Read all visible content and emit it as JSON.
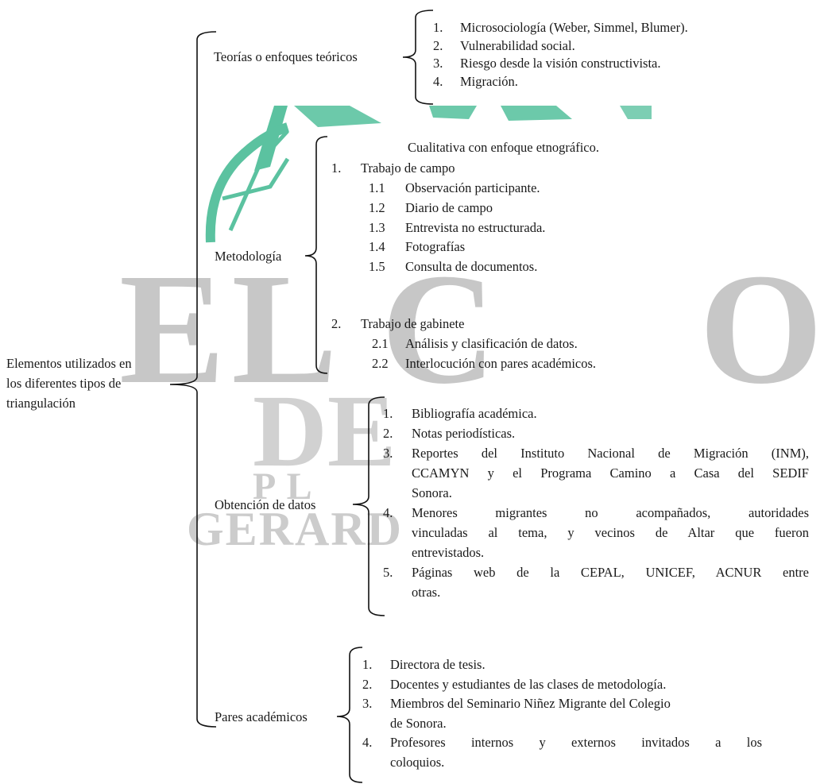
{
  "root": {
    "line1": "Elementos utilizados en",
    "line2": "los diferentes tipos de",
    "line3": "triangulación"
  },
  "watermark": {
    "left": "EL C",
    "right": "O",
    "middle": "DE",
    "partial": "P L",
    "bottom": "GERARD"
  },
  "colors": {
    "accent": "#3fb890",
    "watermark": "#9a9a9a",
    "bracket": "#111111"
  },
  "teorias": {
    "label": "Teorías o enfoques teóricos",
    "items": [
      {
        "n": "1.",
        "text": "Microsociología (Weber, Simmel, Blumer)."
      },
      {
        "n": "2.",
        "text": "Vulnerabilidad social."
      },
      {
        "n": "3.",
        "text": "Riesgo desde la visión constructivista."
      },
      {
        "n": "4.",
        "text": "Migración."
      }
    ]
  },
  "metodologia": {
    "label": "Metodología",
    "header": "Cualitativa con enfoque etnográfico.",
    "campo": {
      "n": "1.",
      "label": "Trabajo de campo",
      "items": [
        {
          "n": "1.1",
          "text": "Observación participante."
        },
        {
          "n": "1.2",
          "text": "Diario de campo"
        },
        {
          "n": "1.3",
          "text": "Entrevista no estructurada."
        },
        {
          "n": "1.4",
          "text": "Fotografías"
        },
        {
          "n": "1.5",
          "text": "Consulta de documentos."
        }
      ]
    },
    "gabinete": {
      "n": "2.",
      "label": "Trabajo de gabinete",
      "items": [
        {
          "n": "2.1",
          "text": "Análisis y clasificación de datos."
        },
        {
          "n": "2.2",
          "text": "Interlocución con pares académicos."
        }
      ]
    }
  },
  "obtencion": {
    "label": "Obtención de datos",
    "items": [
      {
        "n": "1.",
        "lines": [
          "Bibliografía académica."
        ]
      },
      {
        "n": "2.",
        "lines": [
          "Notas periodísticas."
        ]
      },
      {
        "n": "3.",
        "lines": [
          "Reportes del Instituto Nacional de Migración (INM),",
          "CCAMYN y el Programa Camino a Casa del SEDIF",
          "Sonora."
        ]
      },
      {
        "n": "4.",
        "lines": [
          "Menores migrantes no acompañados, autoridades",
          "vinculadas al tema, y vecinos de Altar que fueron",
          "entrevistados."
        ]
      },
      {
        "n": "5.",
        "lines": [
          "Páginas web de la CEPAL, UNICEF, ACNUR entre",
          "otras."
        ]
      }
    ]
  },
  "pares": {
    "label": "Pares académicos",
    "items": [
      {
        "n": "1.",
        "lines": [
          "Directora de tesis."
        ]
      },
      {
        "n": "2.",
        "lines": [
          "Docentes y estudiantes de las clases de metodología."
        ]
      },
      {
        "n": "3.",
        "lines": [
          "Miembros del Seminario Niñez Migrante del Colegio",
          "de Sonora."
        ]
      },
      {
        "n": "4.",
        "lines": [
          "Profesores internos y externos invitados a los",
          "coloquios."
        ]
      }
    ]
  }
}
